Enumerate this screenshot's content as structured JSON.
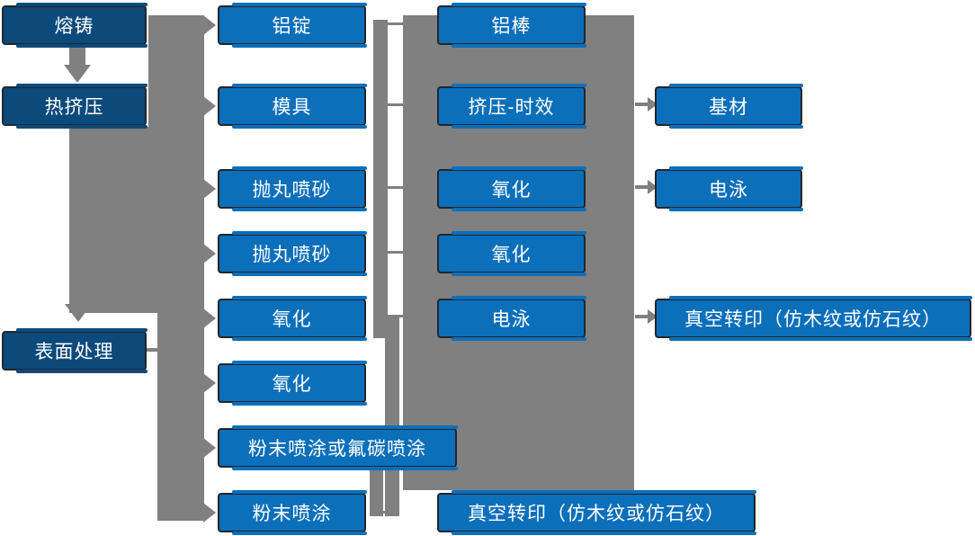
{
  "colors": {
    "stage_fill": "#0C4A7B",
    "step_fill": "#0B6FBA",
    "node_border": "#21262C",
    "connector_gray": "#808080",
    "node_text": "#FFFFFF",
    "background": "#FFFFFF"
  },
  "flowchart": {
    "stages": [
      "熔铸",
      "热挤压",
      "表面处理"
    ],
    "column2": [
      "铝锭",
      "模具",
      "抛丸喷砂",
      "抛丸喷砂",
      "氧化",
      "氧化",
      "粉末喷涂或氟碳喷涂",
      "粉末喷涂"
    ],
    "column3": [
      "铝棒",
      "挤压-时效",
      "氧化",
      "氧化",
      "电泳",
      "真空转印（仿木纹或仿石纹）"
    ],
    "column4": [
      "基材",
      "电泳",
      "真空转印（仿木纹或仿石纹）"
    ]
  }
}
